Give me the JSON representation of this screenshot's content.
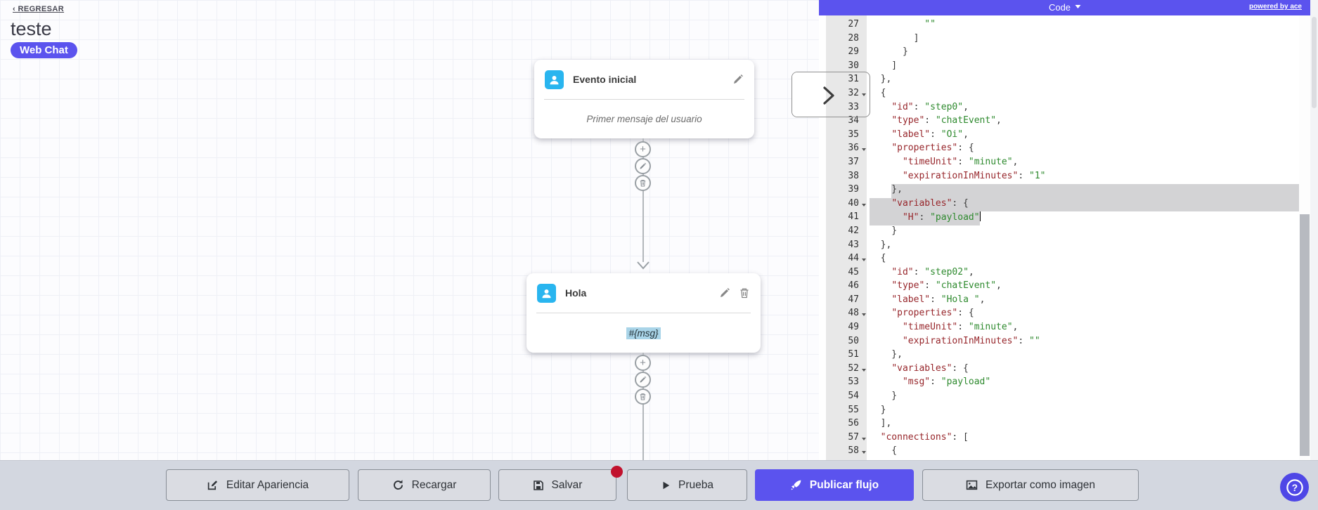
{
  "colors": {
    "accent": "#5b53ee",
    "key": "#97262b",
    "string": "#2e8a2e",
    "plain": "#383838"
  },
  "canvas": {
    "back_link": "‹ REGRESAR",
    "flow_title": "teste",
    "channel_badge": "Web Chat",
    "nodes": [
      {
        "title": "Evento inicial",
        "body": "Primer mensaje del usuario"
      },
      {
        "title": "Hola",
        "body": "#{msg}"
      }
    ]
  },
  "code_panel": {
    "mode_label": "Code",
    "powered_by": "powered by ace",
    "lines": [
      {
        "n": 27,
        "text": "          \"\""
      },
      {
        "n": 28,
        "text": "        ]"
      },
      {
        "n": 29,
        "text": "      }"
      },
      {
        "n": 30,
        "text": "    ]"
      },
      {
        "n": 31,
        "text": "  },"
      },
      {
        "n": 32,
        "text": "  {",
        "fold": true
      },
      {
        "n": 33,
        "text": "    \"id\": \"step0\","
      },
      {
        "n": 34,
        "text": "    \"type\": \"chatEvent\","
      },
      {
        "n": 35,
        "text": "    \"label\": \"Oi\","
      },
      {
        "n": 36,
        "text": "    \"properties\": {",
        "fold": true
      },
      {
        "n": 37,
        "text": "      \"timeUnit\": \"minute\","
      },
      {
        "n": 38,
        "text": "      \"expirationInMinutes\": \"1\""
      },
      {
        "n": 39,
        "text": "    },",
        "sel": {
          "from": 4,
          "to": "edge"
        }
      },
      {
        "n": 40,
        "text": "    \"variables\": {",
        "fold": true,
        "sel": {
          "from": 0,
          "to": "edge"
        }
      },
      {
        "n": 41,
        "text": "      \"H\": \"payload\"",
        "sel": {
          "from": 0,
          "to": "text"
        },
        "cursor": true
      },
      {
        "n": 42,
        "text": "    }"
      },
      {
        "n": 43,
        "text": "  },"
      },
      {
        "n": 44,
        "text": "  {",
        "fold": true
      },
      {
        "n": 45,
        "text": "    \"id\": \"step02\","
      },
      {
        "n": 46,
        "text": "    \"type\": \"chatEvent\","
      },
      {
        "n": 47,
        "text": "    \"label\": \"Hola \","
      },
      {
        "n": 48,
        "text": "    \"properties\": {",
        "fold": true
      },
      {
        "n": 49,
        "text": "      \"timeUnit\": \"minute\","
      },
      {
        "n": 50,
        "text": "      \"expirationInMinutes\": \"\""
      },
      {
        "n": 51,
        "text": "    },"
      },
      {
        "n": 52,
        "text": "    \"variables\": {",
        "fold": true
      },
      {
        "n": 53,
        "text": "      \"msg\": \"payload\""
      },
      {
        "n": 54,
        "text": "    }"
      },
      {
        "n": 55,
        "text": "  }"
      },
      {
        "n": 56,
        "text": "  ],"
      },
      {
        "n": 57,
        "text": "  \"connections\": [",
        "fold": true
      },
      {
        "n": 58,
        "text": "    {",
        "fold": true
      }
    ]
  },
  "toolbar": {
    "buttons": [
      {
        "label": "Editar Apariencia"
      },
      {
        "label": "Recargar"
      },
      {
        "label": "Salvar"
      },
      {
        "label": "Prueba"
      },
      {
        "label": "Publicar flujo"
      },
      {
        "label": "Exportar como imagen"
      }
    ]
  }
}
